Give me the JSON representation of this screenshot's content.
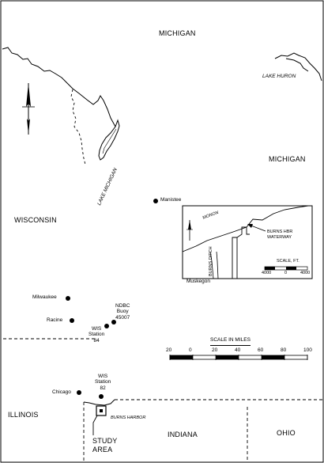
{
  "states": {
    "michigan_upper": "MICHIGAN",
    "michigan_lower": "MICHIGAN",
    "wisconsin": "WISCONSIN",
    "illinois": "ILLINOIS",
    "indiana": "INDIANA",
    "ohio": "OHIO"
  },
  "water": {
    "lake_huron": "LAKE HURON",
    "lake_michigan": "LAKE MICHIGAN"
  },
  "cities": {
    "manistee": "Manistee",
    "muskegon": "Muskegon",
    "milwaukee": "Milwaukee",
    "racine": "Racine",
    "chicago": "Chicago"
  },
  "stations": {
    "ndbc": [
      "NDBC",
      "Buoy",
      "45007"
    ],
    "wis84": [
      "WIS",
      "Station",
      "84"
    ],
    "wis82": [
      "WIS",
      "Station",
      "82"
    ]
  },
  "study": {
    "harbor": "BURNS HARBOR",
    "area": [
      "STUDY",
      "AREA"
    ]
  },
  "inset": {
    "waterway": [
      "BURNS HBR",
      "WATERWAY"
    ],
    "ditch": "BURNS DITCH",
    "monon": "MONON",
    "scale_title": "SCALE, FT.",
    "scale_ticks": [
      "4000",
      "0",
      "4000"
    ]
  },
  "scale": {
    "title": "SCALE IN MILES",
    "ticks": [
      "20",
      "0",
      "20",
      "40",
      "60",
      "80",
      "100"
    ],
    "ticks_miles": [
      -20,
      0,
      20,
      40,
      60,
      80,
      100
    ]
  },
  "colors": {
    "ink": "#000000",
    "background": "#ffffff"
  }
}
